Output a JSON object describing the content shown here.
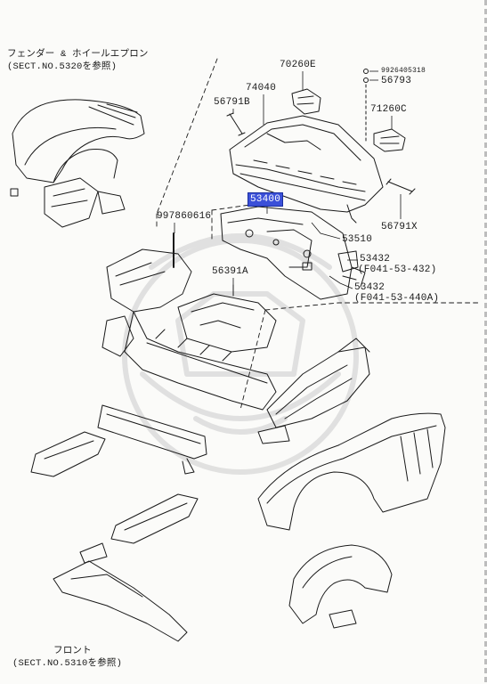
{
  "colors": {
    "line": "#1a1a1a",
    "highlight": "#3b50d8",
    "highlight_text": "#ffffff",
    "paper": "#fbfbf9"
  },
  "references": {
    "fender_title": "フェンダー & ホイールエプロン",
    "fender_sect": "(SECT.NO.5320を参照)",
    "front_title": "フロント",
    "front_sect": "(SECT.NO.5310を参照)"
  },
  "parts": {
    "p70260E": "70260E",
    "p9926405318": "9926405318",
    "p56793": "56793",
    "p74040": "74040",
    "p56791B": "56791B",
    "p71260C": "71260C",
    "p53400": "53400",
    "p997860616": "997860616",
    "p56791X": "56791X",
    "p53510": "53510",
    "p53432a": "53432",
    "p53432a_ref": "(F041-53-432)",
    "p53432b": "53432",
    "p53432b_ref": "(F041-53-440A)",
    "p56391A": "56391A"
  }
}
